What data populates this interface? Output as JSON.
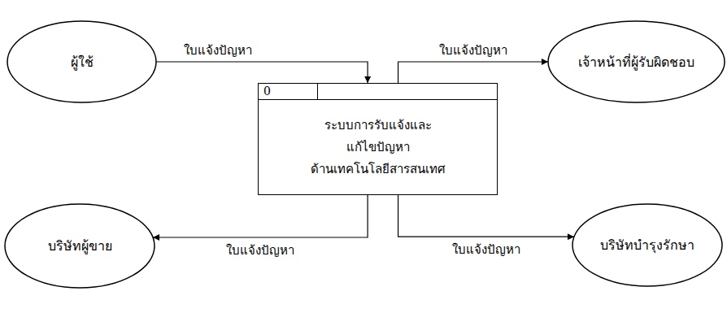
{
  "diagram": {
    "nodes": [
      {
        "text": [
          "ผู้ใช้"
        ]
      },
      {
        "text": [
          "เจ้าหน้าที่ผู้รับผิดชอบ"
        ]
      },
      {
        "text": [
          "0",
          "ระบบการรับแจ้งและ แก้ไขปัญหา ด้านเทคโนโลยีสารสนเทศ"
        ]
      },
      {
        "text": [
          "บริษัทผู้ขาย"
        ]
      },
      {
        "text": [
          "บริษัทบำรุงรักษา"
        ]
      }
    ],
    "edges": [
      {
        "from": 0,
        "to": 2,
        "label": "ใบแจ้งปัญหา",
        "arrow": "to"
      },
      {
        "from": 2,
        "to": 1,
        "label": "ใบแจ้งปัญหา",
        "arrow": "to"
      },
      {
        "from": 2,
        "to": 3,
        "label": "ใบแจ้งปัญหา",
        "arrow": "to"
      },
      {
        "from": 2,
        "to": 4,
        "label": "ใบแจ้งปัญหา",
        "arrow": "to"
      }
    ]
  }
}
